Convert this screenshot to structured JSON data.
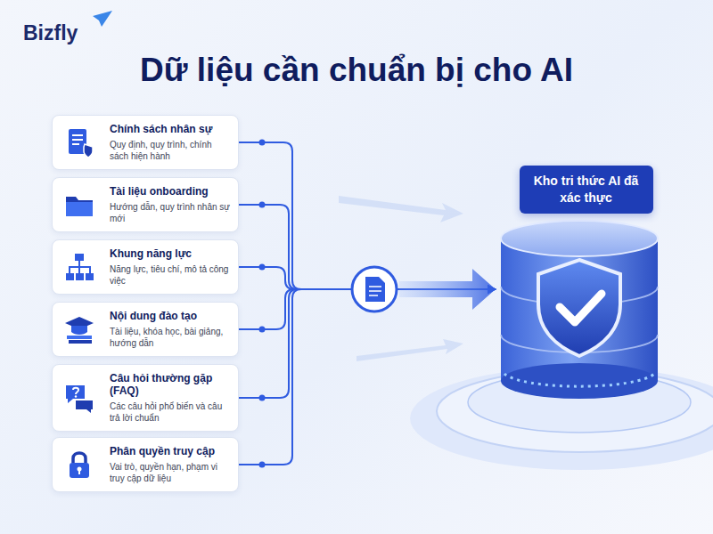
{
  "diagram": {
    "title": "Dữ liệu cần chuẩn bị cho AI",
    "nodes": [
      {
        "text": [
          "Chính sách nhân sự",
          "Quy định, quy trình, chính sách hiện hành"
        ]
      },
      {
        "text": [
          "Tài liệu onboarding",
          "Hướng dẫn, quy trình nhân sự mới"
        ]
      },
      {
        "text": [
          "Khung năng lực",
          "Năng lực, tiêu chí, mô tả công việc"
        ]
      },
      {
        "text": [
          "Nội dung đào tạo",
          "Tài liệu, khóa học, bài giảng, hướng dẫn"
        ]
      },
      {
        "text": [
          "Câu hỏi thường gặp (FAQ)",
          "Các câu hỏi phổ biến và câu trả lời chuẩn"
        ]
      },
      {
        "text": [
          "Phân quyền truy cập",
          "Vai trò, quyền hạn, phạm vi truy cập dữ liệu"
        ]
      },
      {
        "text": [
          "Kho tri thức AI đã xác thực"
        ]
      }
    ],
    "edges": [
      {
        "from": 0,
        "to": 6,
        "arrow": "to"
      },
      {
        "from": 1,
        "to": 6,
        "arrow": "to"
      },
      {
        "from": 2,
        "to": 6,
        "arrow": "to"
      },
      {
        "from": 3,
        "to": 6,
        "arrow": "to"
      },
      {
        "from": 4,
        "to": 6,
        "arrow": "to"
      },
      {
        "from": 5,
        "to": 6,
        "arrow": "to"
      }
    ],
    "labels": [
      "Bizfly"
    ]
  }
}
